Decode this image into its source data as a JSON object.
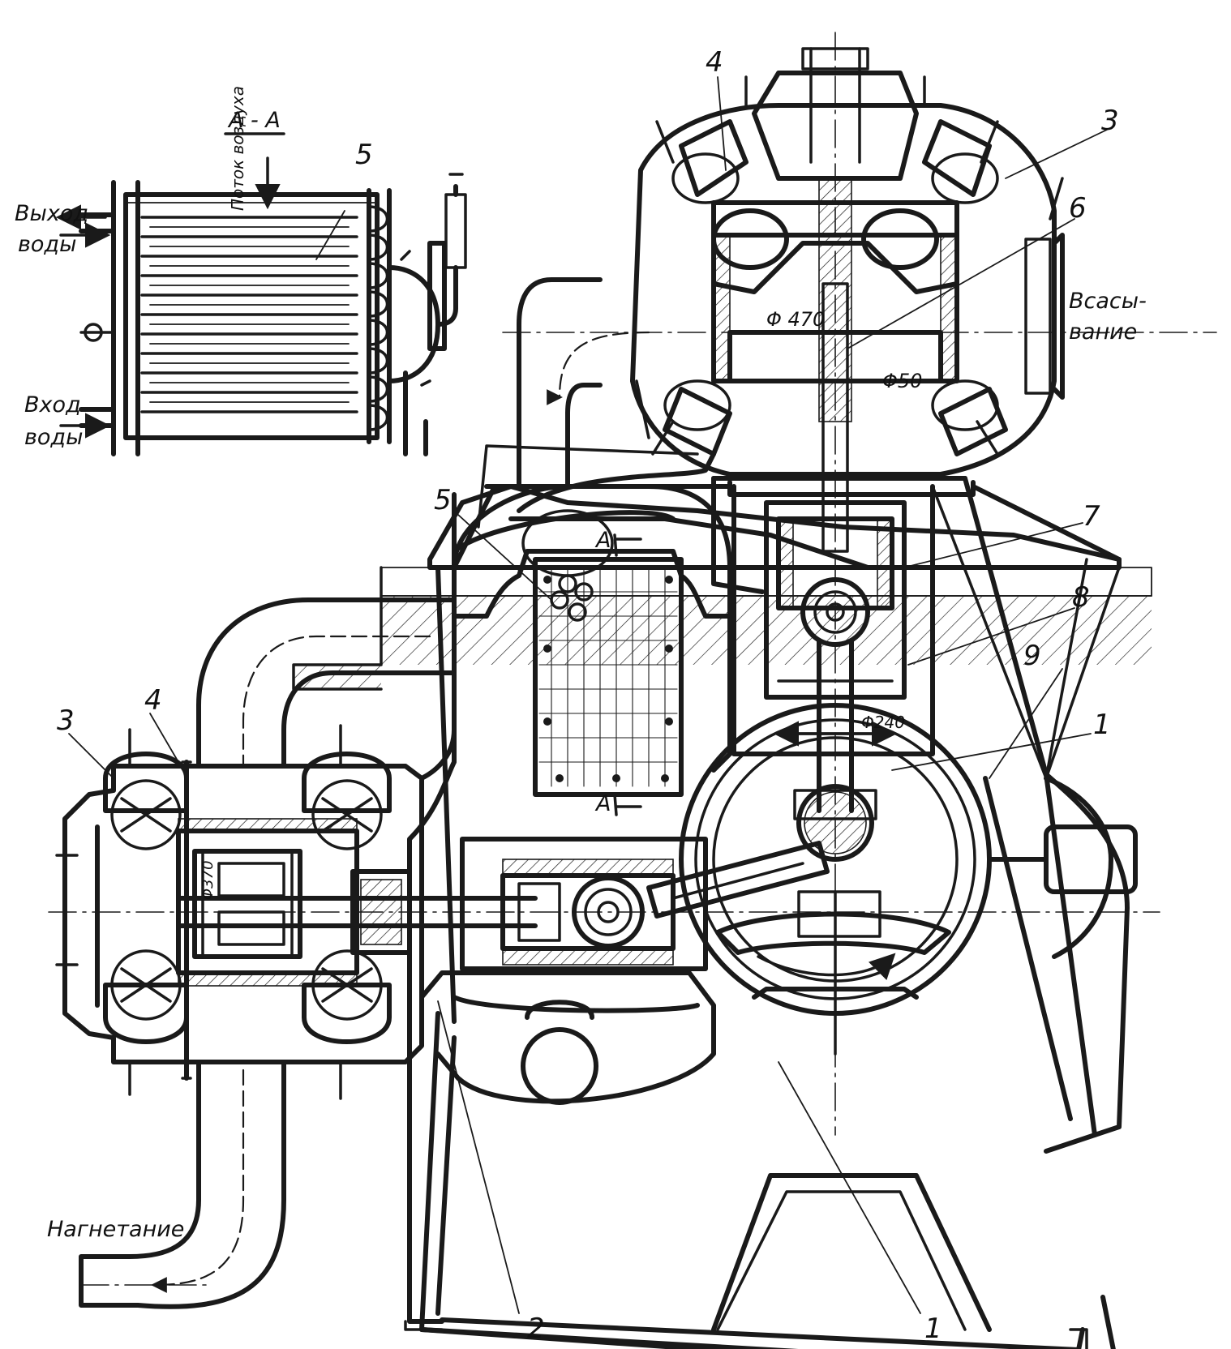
{
  "section_title": "А - А",
  "air_flow": "Поток воздуха",
  "water_out": [
    "Выход",
    "воды"
  ],
  "water_in": [
    "Вход",
    "воды"
  ],
  "suction": [
    "Всасы-",
    "вание"
  ],
  "discharge": "Нагнетание",
  "section_mark": "А",
  "dimensions": {
    "d470": "Φ 470",
    "d50": "Φ50",
    "d240": "Φ240",
    "d370": "Φ370"
  },
  "callouts": {
    "n1": "1",
    "n2": "2",
    "n3": "3",
    "n4": "4",
    "n5": "5",
    "n6": "6",
    "n7": "7",
    "n8": "8",
    "n9": "9"
  }
}
